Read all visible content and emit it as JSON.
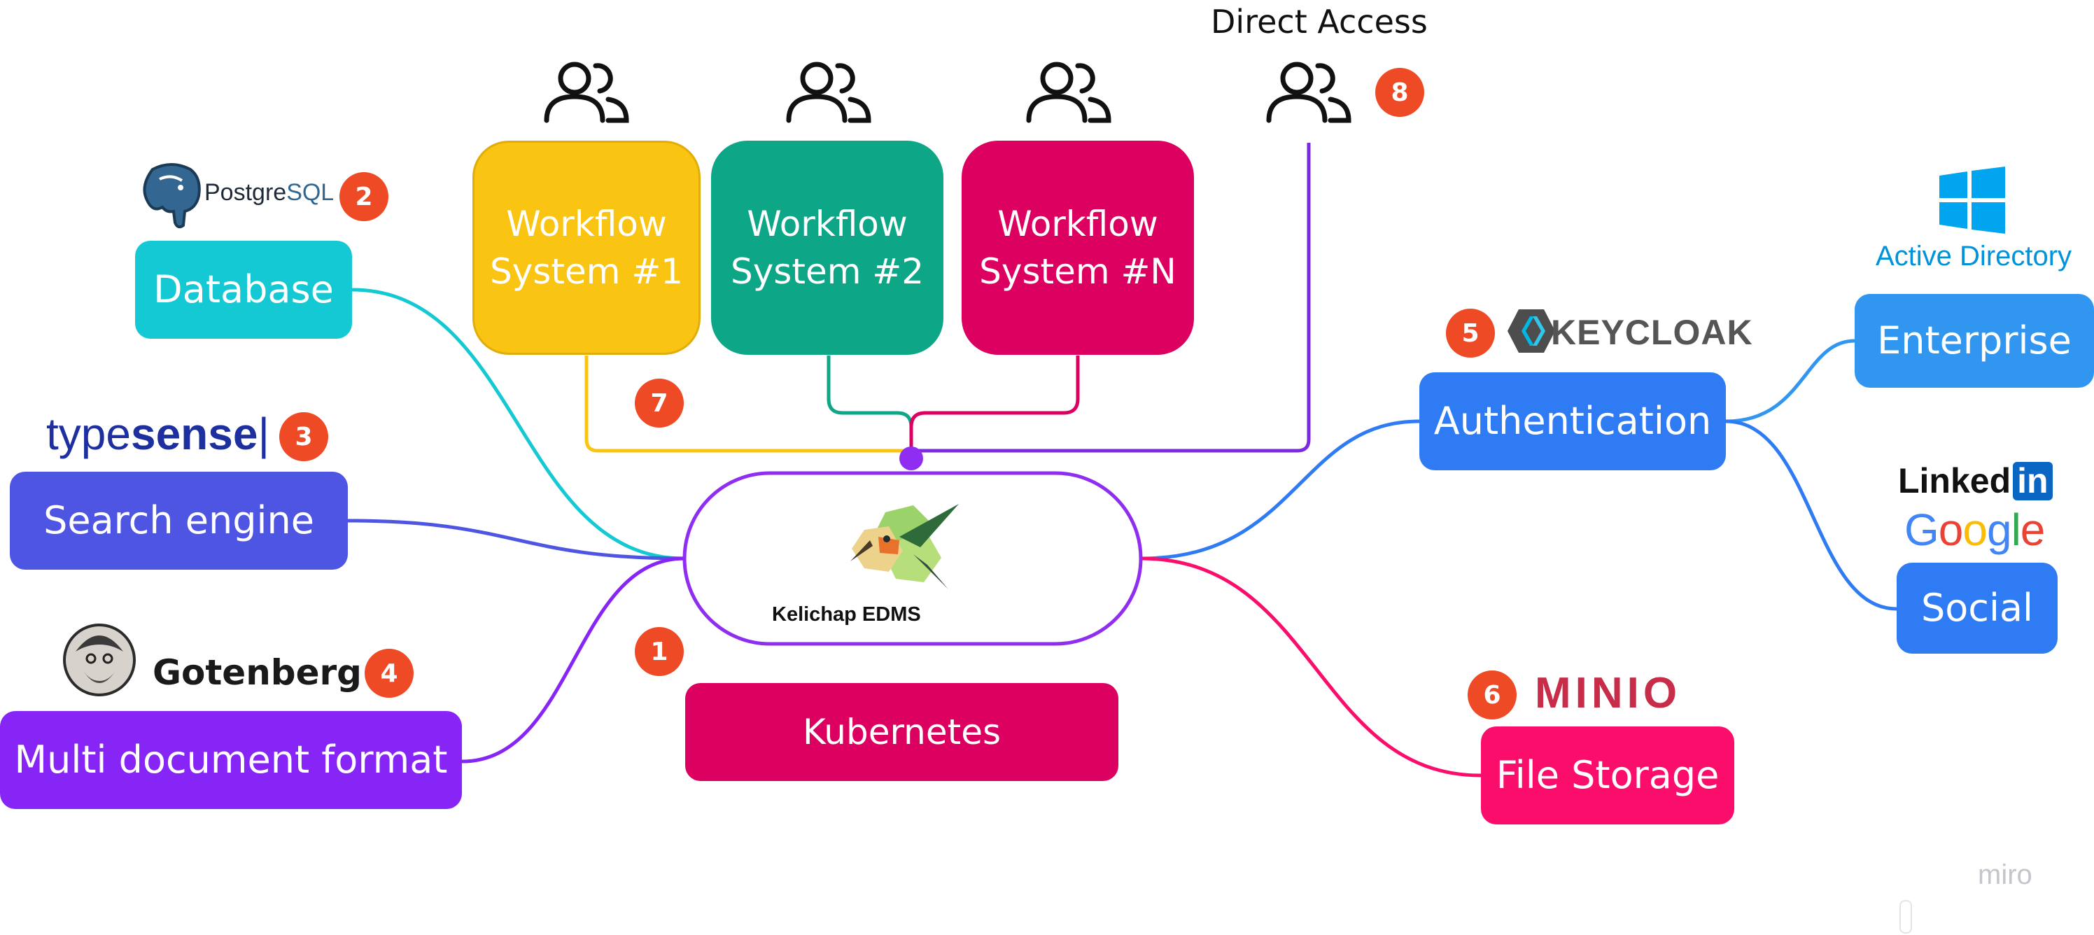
{
  "hub": {
    "label": "Kelichap EDMS"
  },
  "nodes": {
    "database": "Database",
    "search_engine": "Search engine",
    "multi_document_format": "Multi document format",
    "kubernetes": "Kubernetes",
    "authentication": "Authentication",
    "file_storage": "File Storage",
    "enterprise": "Enterprise",
    "social": "Social"
  },
  "workflows": [
    {
      "label": "Workflow\nSystem #1",
      "color": "#f9c412"
    },
    {
      "label": "Workflow\nSystem #2",
      "color": "#0da687"
    },
    {
      "label": "Workflow\nSystem #N",
      "color": "#dc0060"
    }
  ],
  "direct_access": "Direct Access",
  "badges": {
    "kubernetes": "1",
    "database": "2",
    "search": "3",
    "document": "4",
    "auth": "5",
    "storage": "6",
    "workflows": "7",
    "direct": "8"
  },
  "logos": {
    "postgresql_a": "Postgre",
    "postgresql_b": "SQL",
    "typesense_a": "type",
    "typesense_b": "sense",
    "gotenberg": "Gotenberg",
    "keycloak": "KEYCLOAK",
    "minio": "MINIO",
    "active_directory": "Active Directory",
    "linkedin_a": "Linked",
    "linkedin_b": "in",
    "google": [
      "G",
      "o",
      "o",
      "g",
      "l",
      "e"
    ]
  },
  "watermark": "miro",
  "colors": {
    "database": "#14c9d3",
    "search": "#4d55e2",
    "document": "#8724f6",
    "kubernetes": "#dc0060",
    "authentication": "#2e7bf4",
    "file_storage": "#fb0e6b",
    "enterprise": "#3096ef",
    "social": "#2e7bf4",
    "hub_border": "#8f2df0",
    "badge": "#ef4a26"
  },
  "icons": [
    "users-icon",
    "postgresql-elephant-icon",
    "gotenberg-avatar-icon",
    "keycloak-icon",
    "windows-icon",
    "hummingbird-icon"
  ]
}
